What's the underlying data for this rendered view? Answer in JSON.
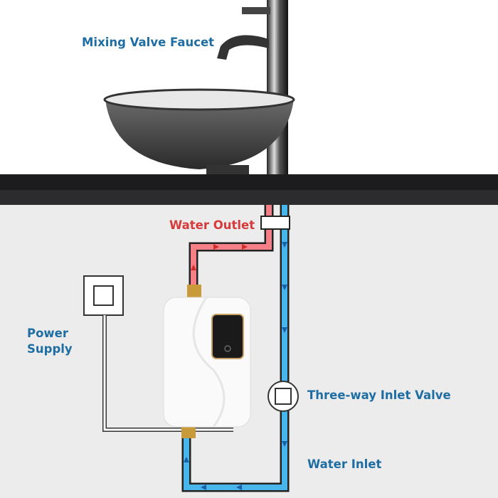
{
  "labels": {
    "faucet": "Mixing Valve Faucet",
    "outlet": "Water Outlet",
    "power_line1": "Power",
    "power_line2": "Supply",
    "valve": "Three-way Inlet Valve",
    "inlet": "Water Inlet"
  },
  "colors": {
    "label_blue": "#1f6ea3",
    "label_red": "#d63a3a",
    "hot_pipe": "#f47f86",
    "cold_pipe": "#48b6ea",
    "countertop": "#1c1c1e",
    "wall": "#ececec"
  },
  "icons": [
    "faucet-icon",
    "sink-bowl-icon",
    "water-heater-icon",
    "power-button-icon",
    "power-socket-icon",
    "valve-icon"
  ]
}
